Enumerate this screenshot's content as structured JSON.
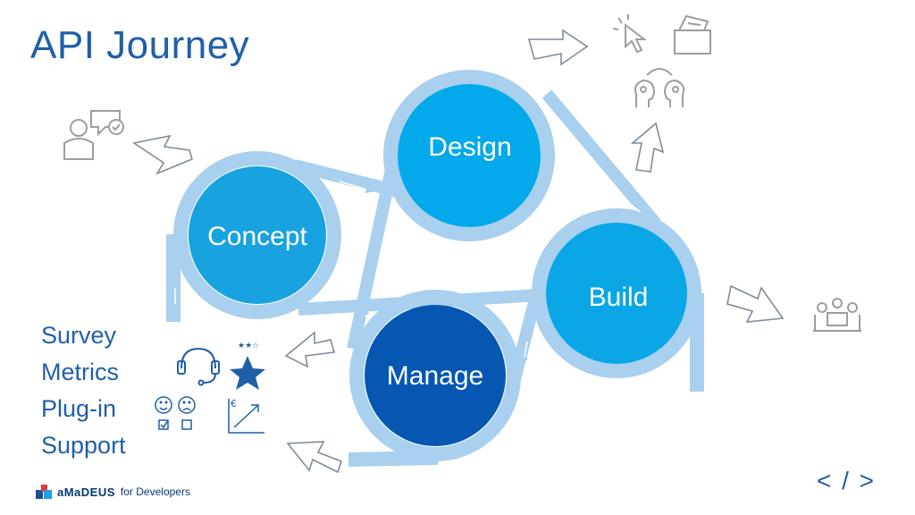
{
  "title": "API Journey",
  "stages": [
    {
      "label": "Concept",
      "color": "#18a3e0"
    },
    {
      "label": "Design",
      "color": "#03a9ea"
    },
    {
      "label": "Build",
      "color": "#0aa6e6"
    },
    {
      "label": "Manage",
      "color": "#0557b2"
    }
  ],
  "side_list": [
    "Survey",
    "Metrics",
    "Plug-in",
    "Support"
  ],
  "footer": {
    "brand": "aMaDEUS",
    "brand_sub": "for Developers"
  },
  "code_tag": "< / >",
  "colors": {
    "track": "#a9d0ee",
    "icon_grey": "#9a9ea3",
    "title_blue": "#1f5fa8",
    "star_blue": "#1f5fa8"
  },
  "icons": {
    "concept_area": "person-chat-icon",
    "top_right": [
      "cursor-click-icon",
      "wallet-icon",
      "heads-exchange-icon"
    ],
    "right": "meeting-icon",
    "list": [
      "headset-icon",
      "star-rating-icon",
      "smiley-survey-icon",
      "euro-growth-icon"
    ]
  }
}
